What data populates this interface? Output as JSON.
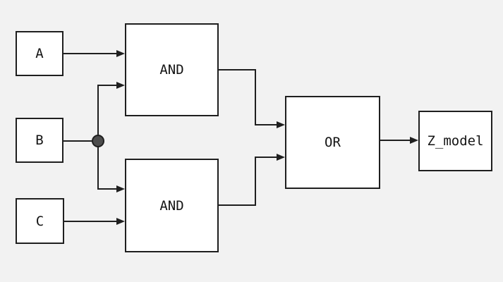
{
  "colors": {
    "canvas_background": "#f2f2f2",
    "node_fill": "#ffffff",
    "stroke": "#1f1f1f",
    "wire": "#1f1f1f",
    "junction_fill": "#4d4d4d",
    "text": "#141414"
  },
  "nodes": {
    "input_a": {
      "label": "A"
    },
    "input_b": {
      "label": "B"
    },
    "input_c": {
      "label": "C"
    },
    "and_gate_top": {
      "label": "AND"
    },
    "and_gate_bottom": {
      "label": "AND"
    },
    "or_gate": {
      "label": "OR"
    },
    "output": {
      "label": "Z_model"
    }
  }
}
